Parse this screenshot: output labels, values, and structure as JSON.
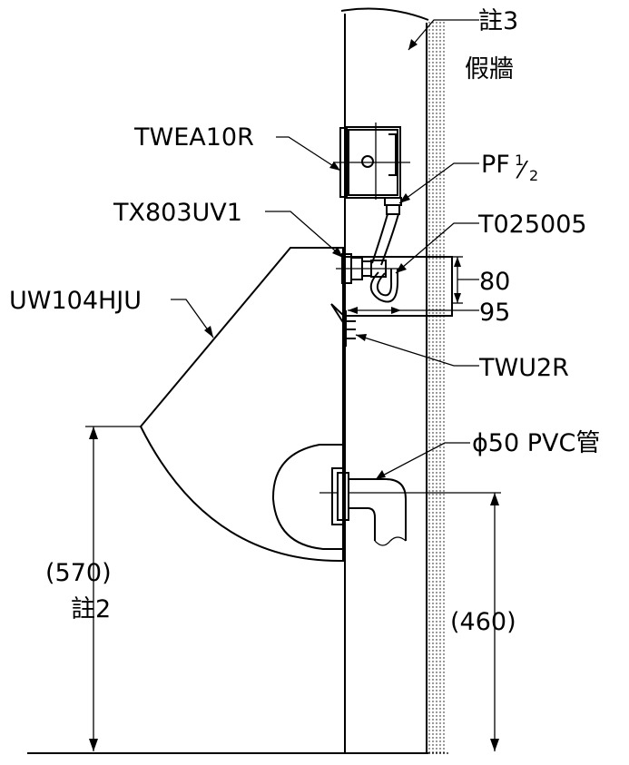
{
  "labels": {
    "note3": "註3",
    "false_wall": "假牆",
    "twea10r": "TWEA10R",
    "pf": "PF",
    "pf_num": "1",
    "pf_slash": "⁄",
    "pf_den": "2",
    "tx803uv1": "TX803UV1",
    "t025005": "T025005",
    "dim_80": "80",
    "dim_95": "95",
    "uw104hju": "UW104HJU",
    "twu2r": "TWU2R",
    "pvc_pipe": "ϕ50 PVC管",
    "dim_570": "(570)",
    "note2": "註2",
    "dim_460": "(460)"
  },
  "colors": {
    "line": "#000000",
    "background": "#ffffff"
  }
}
